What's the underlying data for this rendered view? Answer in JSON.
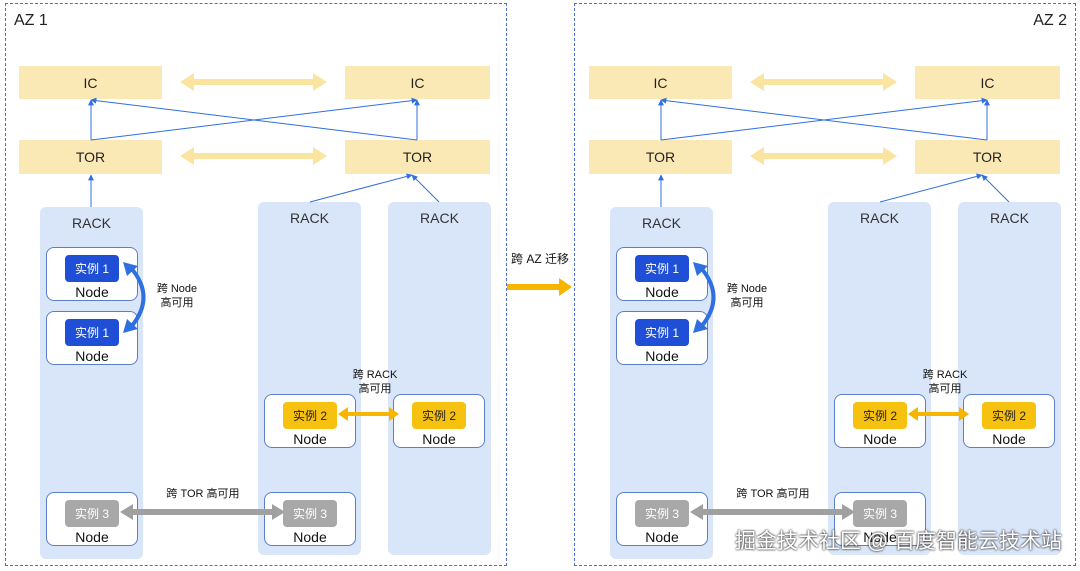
{
  "zones": [
    {
      "title": "AZ 1"
    },
    {
      "title": "AZ 2"
    }
  ],
  "ic_label": "IC",
  "tor_label": "TOR",
  "rack_label": "RACK",
  "node_label": "Node",
  "instances": {
    "inst1": "实例 1",
    "inst2": "实例 2",
    "inst3": "实例 3"
  },
  "annotations": {
    "cross_node": [
      "跨 Node",
      "高可用"
    ],
    "cross_rack": [
      "跨 RACK",
      "高可用"
    ],
    "cross_tor": "跨 TOR 高可用",
    "migration": "跨 AZ 迁移"
  },
  "watermark": "掘金技术社区 @ 百度智能云技术站",
  "colors": {
    "border_dashed": "#4a6fd1",
    "ic_tor_fill": "#fbe9b5",
    "rack_fill": "#d9e6f9",
    "instance_blue": "#1f4fd6",
    "instance_yellow": "#f7c110",
    "instance_gray": "#a8a8a8",
    "arrow_blue": "#2f6fe0",
    "arrow_yellow": "#f7b500",
    "arrow_gray": "#a0a0a0"
  }
}
